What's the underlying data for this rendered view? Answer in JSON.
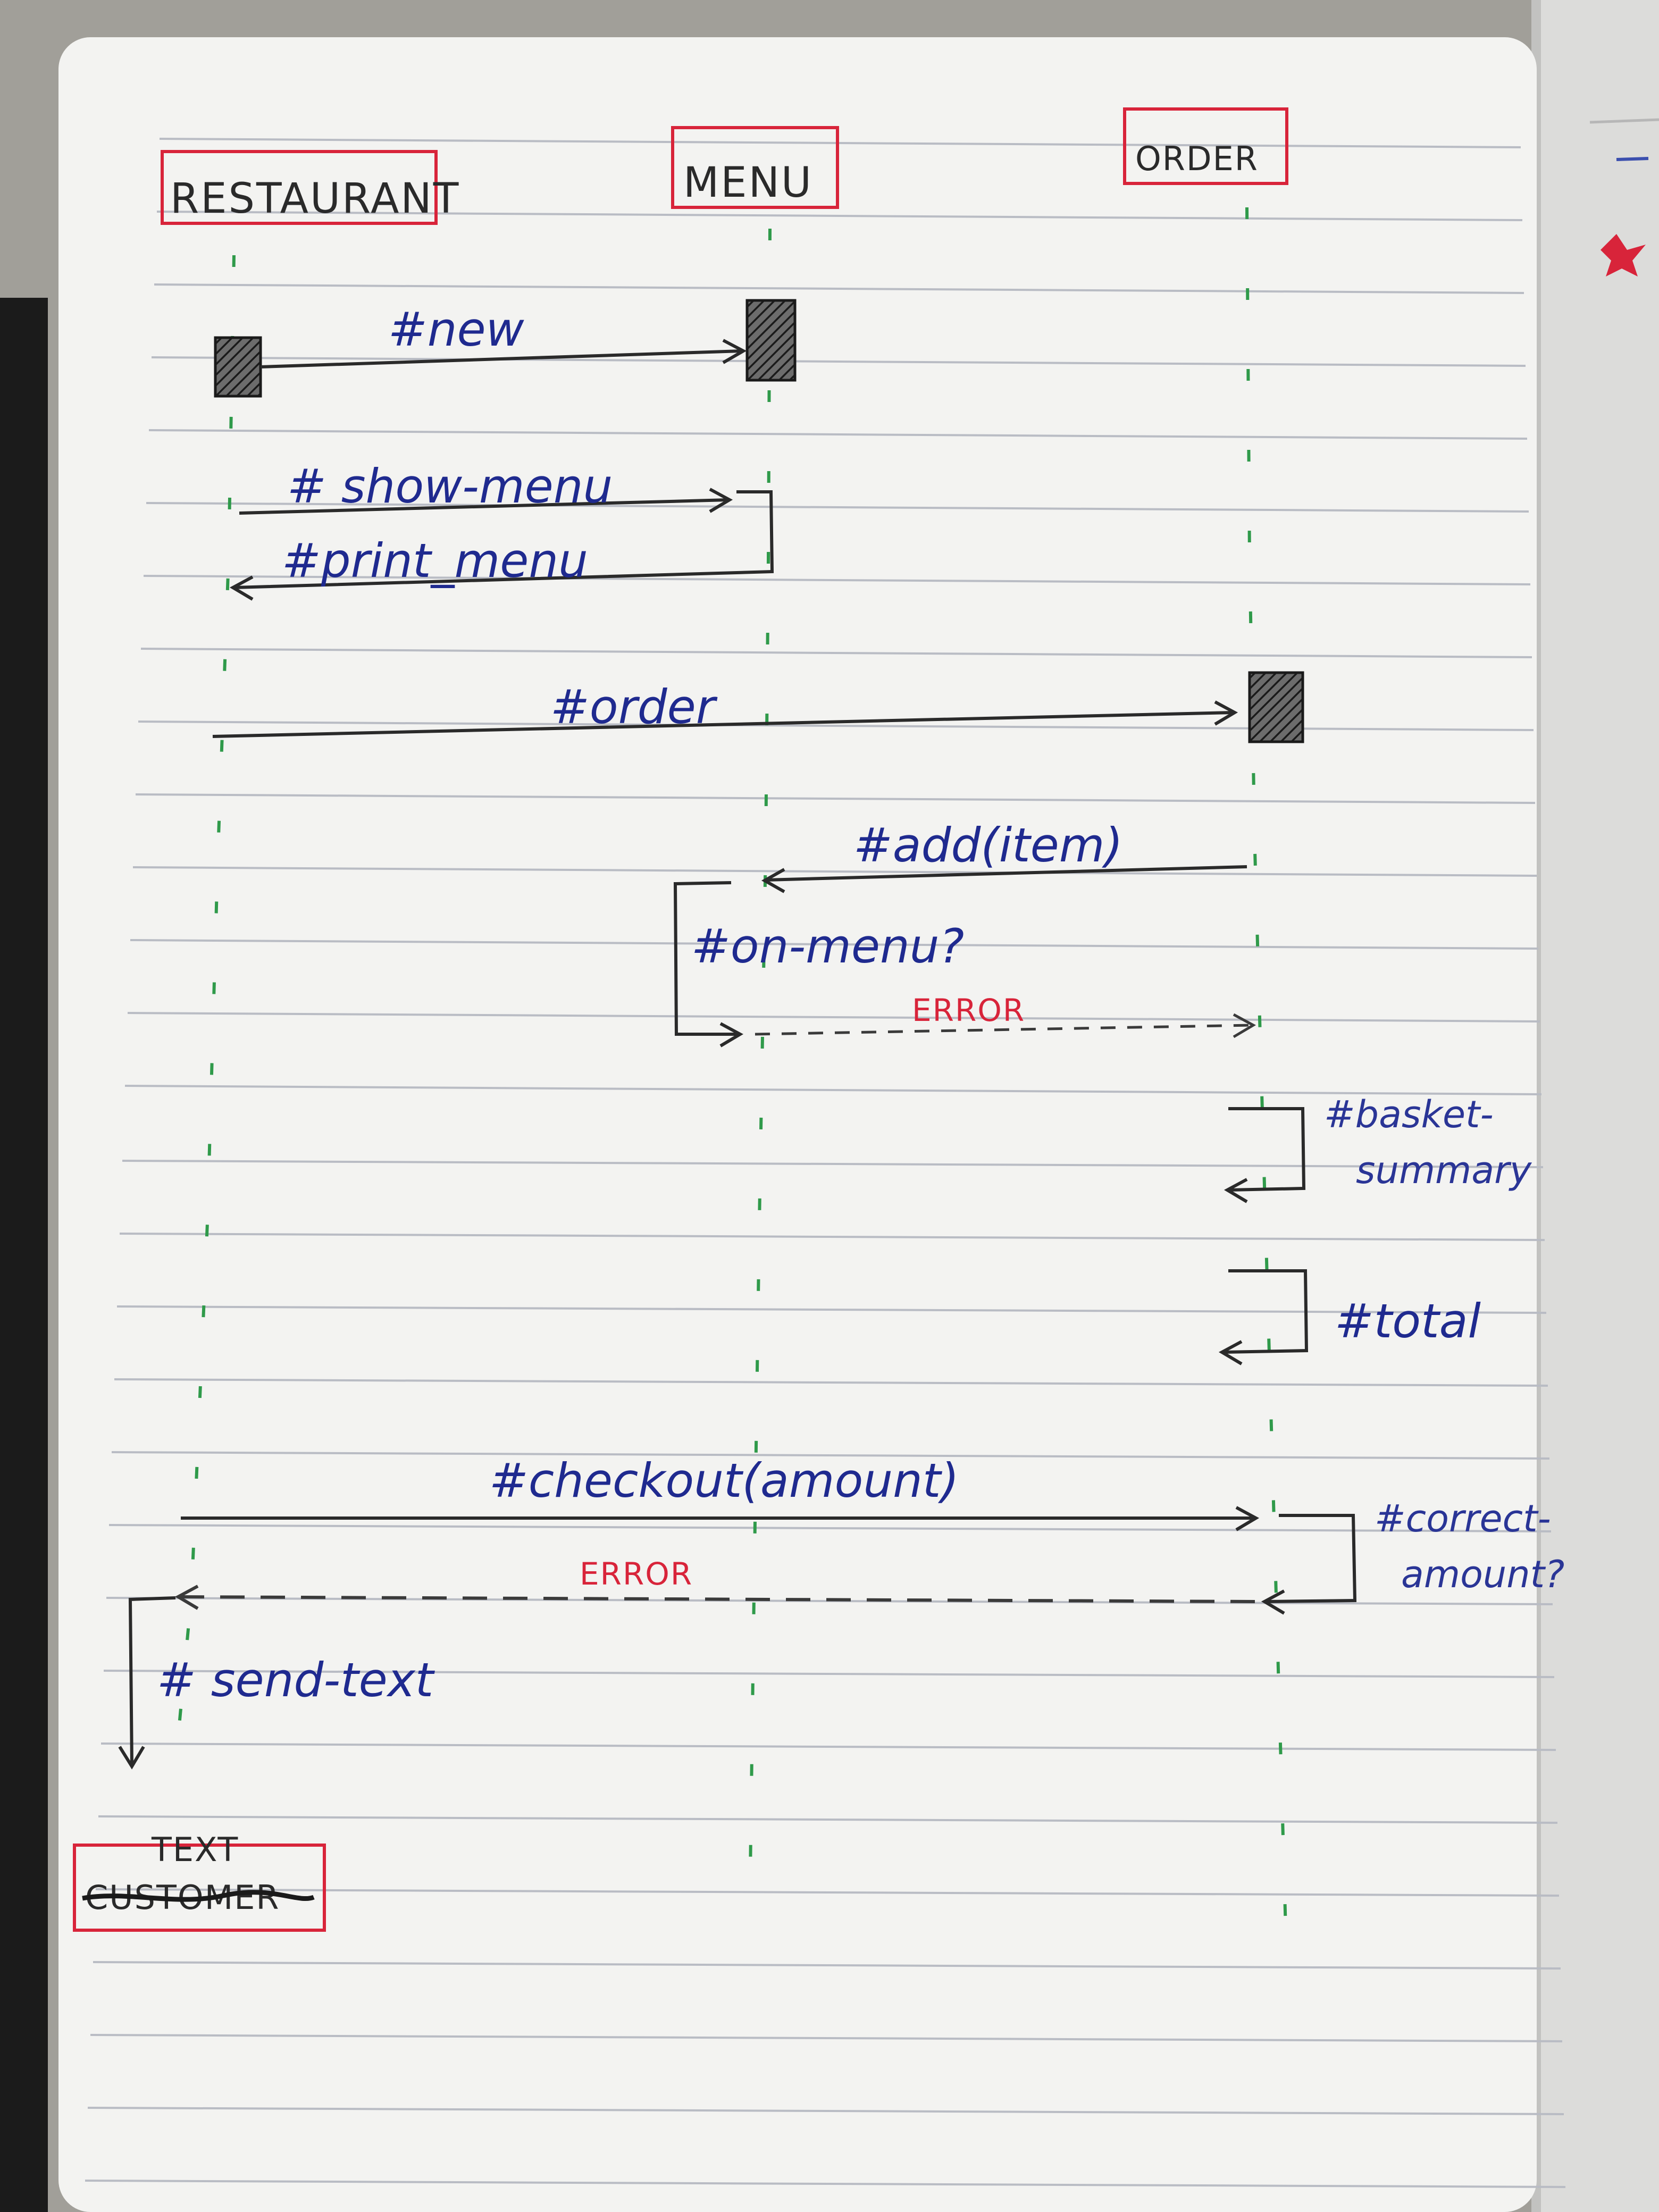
{
  "colors": {
    "ink_black": "#2a2a2a",
    "ink_blue": "#1f2a8f",
    "ink_red": "#d8243a",
    "paper": "#f3f3f1",
    "rule_line": "#b9bcc4",
    "lifeline": "#2f9a4a"
  },
  "participants": [
    {
      "label": "RESTAURANT"
    },
    {
      "label": "MENU"
    },
    {
      "label": "ORDER"
    }
  ],
  "messages": [
    {
      "label": "#new"
    },
    {
      "label": "# show-menu"
    },
    {
      "label": "#print_menu"
    },
    {
      "label": "#order"
    },
    {
      "label": "#add(item)"
    },
    {
      "label": "#on-menu?"
    },
    {
      "label": "ERROR"
    },
    {
      "label": "#basket-",
      "label2": "summary"
    },
    {
      "label": "#total"
    },
    {
      "label": "#checkout(amount)"
    },
    {
      "label": "#correct-",
      "label2": "amount?"
    },
    {
      "label": "ERROR"
    },
    {
      "label": "# send-text"
    }
  ],
  "final_box": {
    "label": "TEXT",
    "struck_label": "CUSTOMER"
  }
}
